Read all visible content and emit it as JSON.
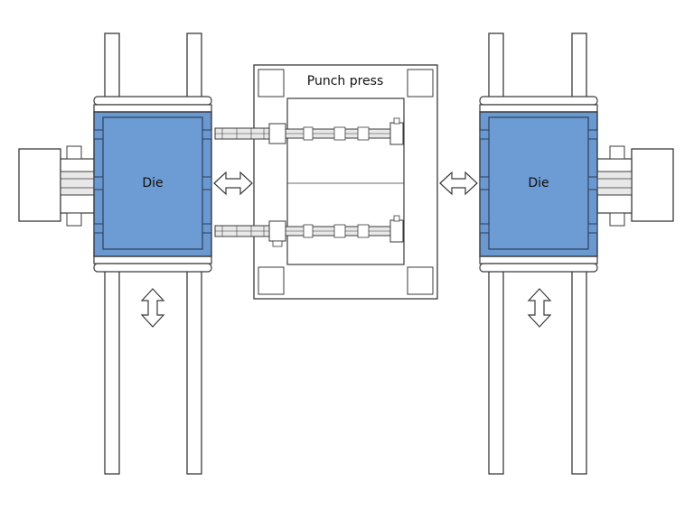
{
  "labels": {
    "press": "Punch press",
    "die_left": "Die",
    "die_right": "Die"
  },
  "colors": {
    "die_fill": "#6a98d0",
    "die_inner": "#6d9bd3",
    "outline": "#3a3a3a",
    "shaft": "#e8e8e8"
  },
  "icons": {
    "horizontal_arrow": "double-arrow-horizontal-icon",
    "vertical_arrow": "double-arrow-vertical-icon"
  }
}
